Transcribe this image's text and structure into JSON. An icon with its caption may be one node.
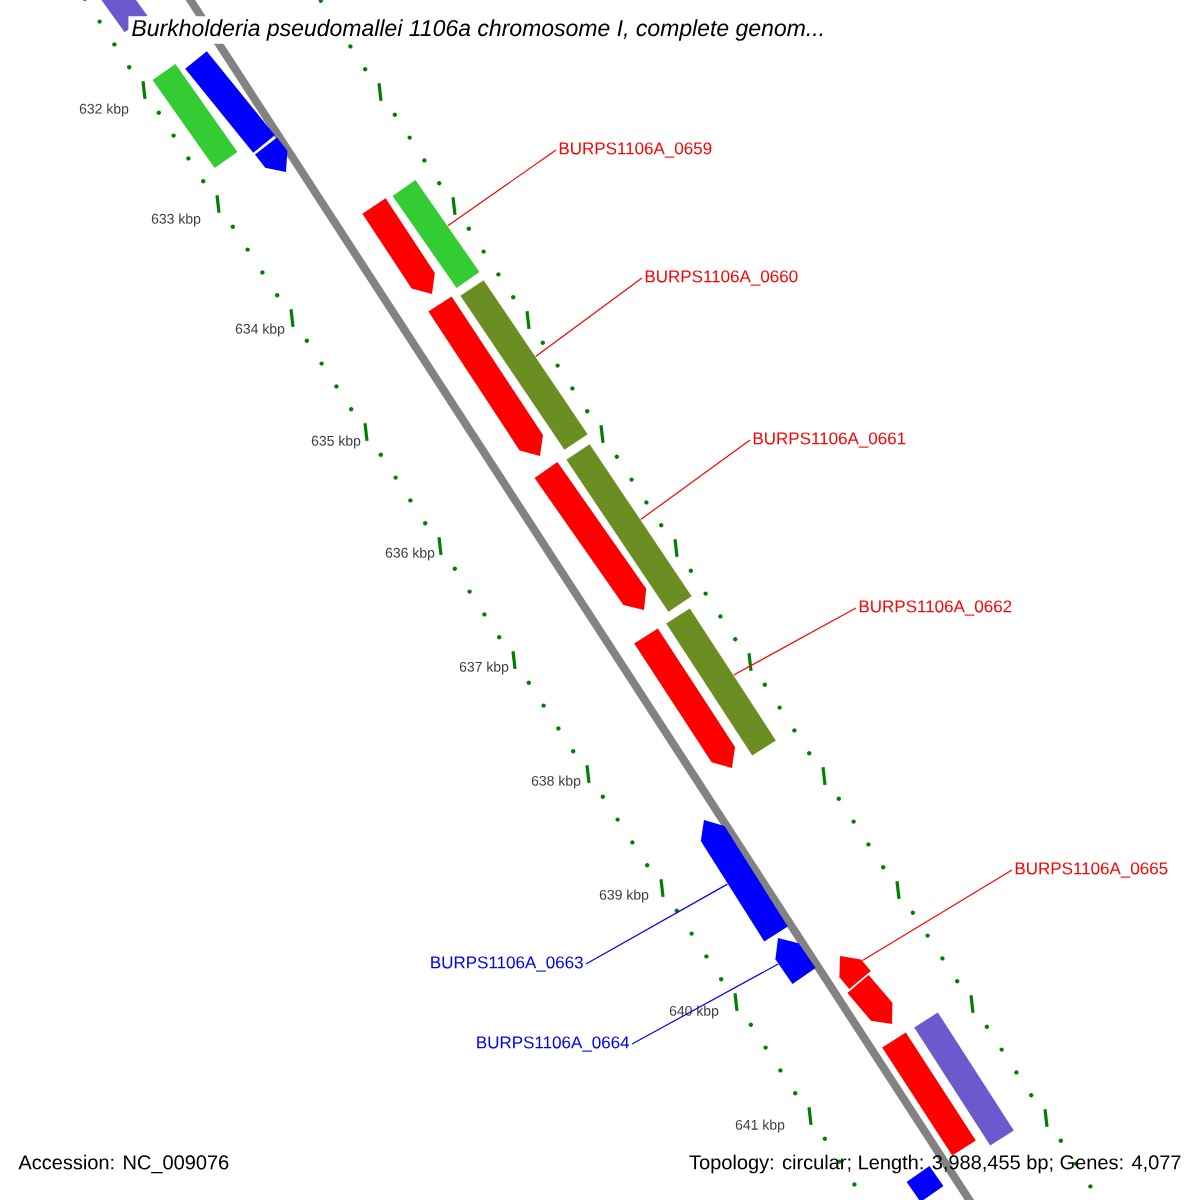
{
  "diagram": {
    "title": "Burkholderia pseudomallei 1106a chromosome I, complete genom...",
    "nodes": [
      {
        "text": [
          "BURPS1106A_0659"
        ]
      },
      {
        "text": [
          "BURPS1106A_0660"
        ]
      },
      {
        "text": [
          "BURPS1106A_0661"
        ]
      },
      {
        "text": [
          "BURPS1106A_0662"
        ]
      },
      {
        "text": [
          "BURPS1106A_0665"
        ]
      },
      {
        "text": [
          "BURPS1106A_0663"
        ]
      },
      {
        "text": [
          "BURPS1106A_0664"
        ]
      },
      {
        "text": [],
        "shape": "bar"
      },
      {
        "text": [],
        "shape": "bar"
      },
      {
        "text": [],
        "shape": "bar"
      },
      {
        "text": [],
        "shape": "bar"
      },
      {
        "text": [],
        "shape": "bar"
      },
      {
        "text": [],
        "shape": "bar"
      },
      {
        "text": [],
        "shape": "bar"
      },
      {
        "text": [],
        "shape": "bar"
      },
      {
        "text": [],
        "shape": "bar"
      },
      {
        "text": [],
        "shape": "bar"
      },
      {
        "text": [],
        "shape": "bar"
      },
      {
        "text": [],
        "shape": "bar"
      },
      {
        "text": [],
        "shape": "bar"
      },
      {
        "text": [],
        "shape": "bar"
      },
      {
        "text": [],
        "shape": "bar"
      },
      {
        "text": [],
        "shape": "bar"
      },
      {
        "text": [],
        "shape": "bar"
      },
      {
        "text": [],
        "shape": "bar"
      },
      {
        "text": [],
        "shape": "bar"
      }
    ],
    "edges": [
      {
        "from": 0,
        "to": 11,
        "arrow": "none"
      },
      {
        "from": 1,
        "to": 13,
        "arrow": "none"
      },
      {
        "from": 2,
        "to": 15,
        "arrow": "none"
      },
      {
        "from": 3,
        "to": 17,
        "arrow": "none"
      },
      {
        "from": 4,
        "to": 21,
        "arrow": "none"
      },
      {
        "from": 5,
        "to": 19,
        "arrow": "none",
        "color": "#0000ff"
      },
      {
        "from": 6,
        "to": 20,
        "arrow": "none",
        "color": "#0000ff"
      }
    ],
    "labels": [
      "632 kbp",
      "633 kbp",
      "634 kbp",
      "635 kbp",
      "636 kbp",
      "637 kbp",
      "638 kbp",
      "639 kbp",
      "640 kbp",
      "641 kbp",
      "Accession: NC_009076",
      "Topology: circular; Length: 3,988,455 bp; Genes: 4,077"
    ]
  }
}
